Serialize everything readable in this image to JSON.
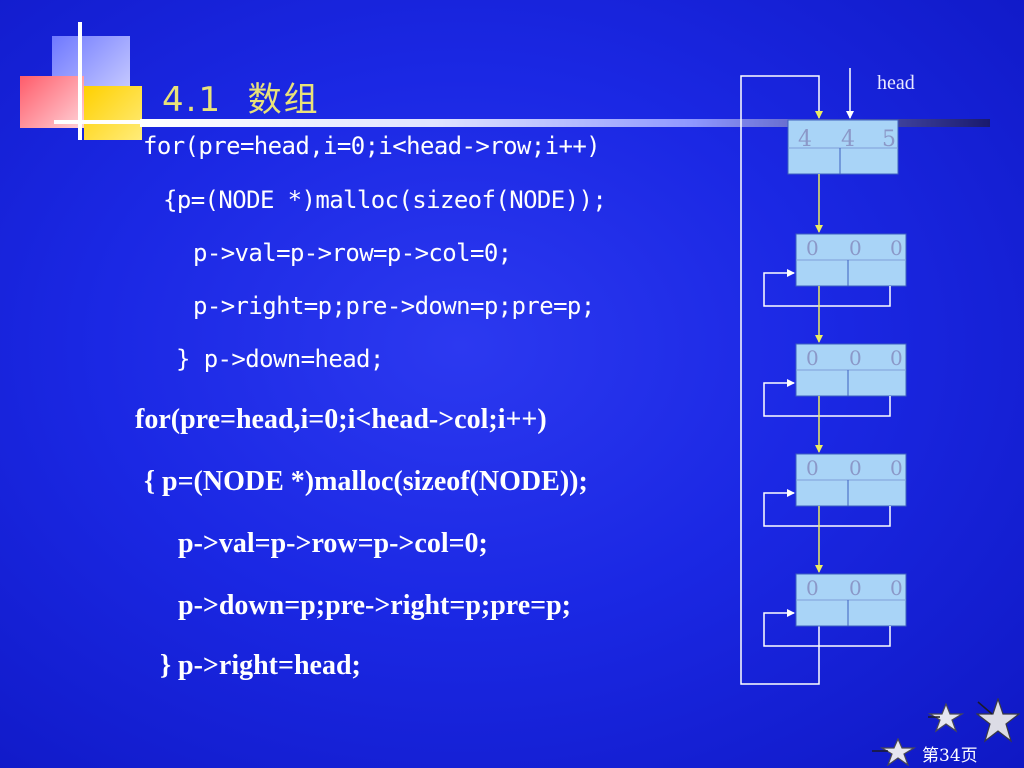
{
  "slide": {
    "title": "4.1  数组",
    "page_label": "第34页"
  },
  "code_block_1": [
    "for(pre=head,i=0;i<head->row;i++)",
    "{p=(NODE *)malloc(sizeof(NODE));",
    "p->val=p->row=p->col=0;",
    "p->right=p;pre->down=p;pre=p;",
    "} p->down=head;"
  ],
  "code_block_2": [
    "for(pre=head,i=0;i<head->col;i++)",
    "{ p=(NODE *)malloc(sizeof(NODE));",
    "p->val=p->row=p->col=0;",
    "p->down=p;pre->right=p;pre=p;",
    "} p->right=head;"
  ],
  "diagram": {
    "head_label": "head",
    "head_node": [
      "4",
      "4",
      "5"
    ],
    "list_nodes": [
      [
        "0",
        "0",
        "0"
      ],
      [
        "0",
        "0",
        "0"
      ],
      [
        "0",
        "0",
        "0"
      ],
      [
        "0",
        "0",
        "0"
      ]
    ]
  },
  "colors": {
    "title": "#e9e27a",
    "node_fill": "#a9d4f7",
    "arrow": "#ecec60",
    "line": "#ffffff",
    "code": "#ffffff"
  }
}
